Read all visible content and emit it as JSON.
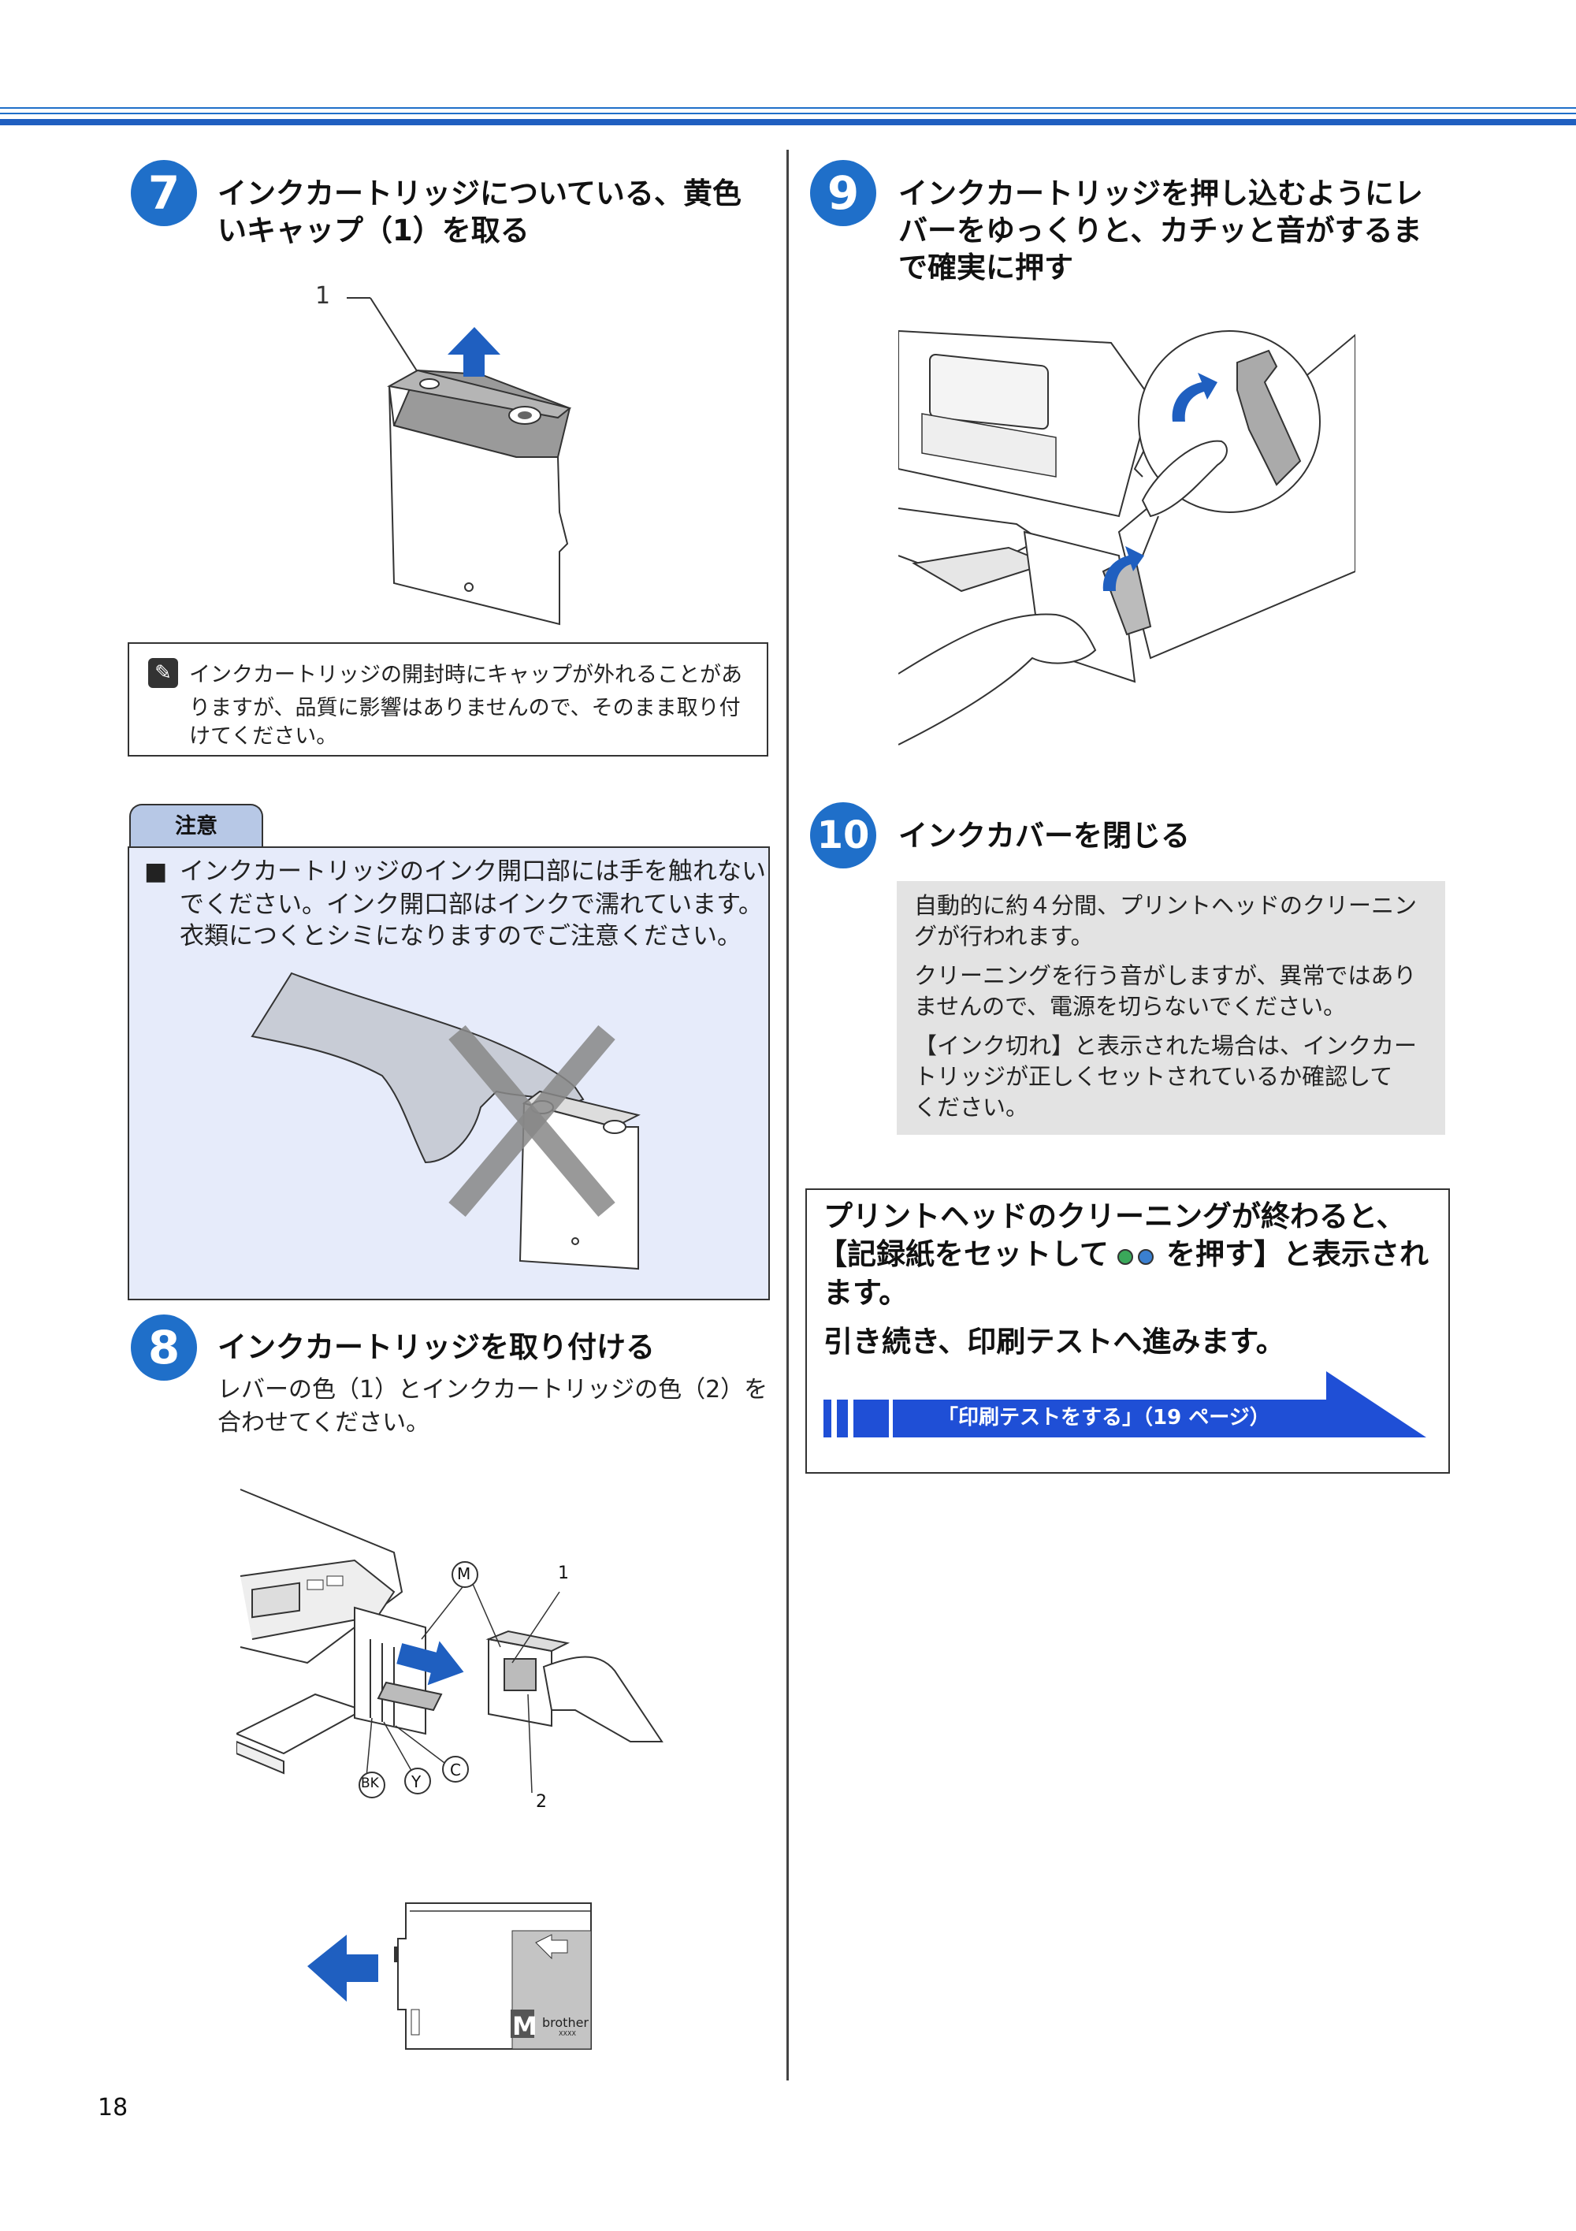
{
  "page_number": "18",
  "step7": {
    "number": "7",
    "title_line1": "インクカートリッジについている、黄色",
    "title_line2": "いキャップ（1）を取る",
    "callout": "1"
  },
  "note": {
    "line1": "インクカートリッジの開封時にキャップが外れることがあ",
    "line2": "りますが、品質に影響はありませんので、そのまま取り付",
    "line3": "けてください。"
  },
  "caution": {
    "tab_label": "注意",
    "bullet": "■",
    "line1": "インクカートリッジのインク開口部には手を触れない",
    "line2": "でください。インク開口部はインクで濡れています。",
    "line3": "衣類につくとシミになりますのでご注意ください。"
  },
  "step8": {
    "number": "8",
    "title": "インクカートリッジを取り付ける",
    "body_line1": "レバーの色（1）とインクカートリッジの色（2）を",
    "body_line2": "合わせてください。",
    "labels": {
      "m": "M",
      "bk": "BK",
      "y": "Y",
      "c": "C",
      "one": "1",
      "two": "2"
    },
    "cartridge_letter": "M",
    "cartridge_brand": "brother",
    "cartridge_code": "XXXX"
  },
  "step9": {
    "number": "9",
    "title_line1": "インクカートリッジを押し込むようにレ",
    "title_line2": "バーをゆっくりと、カチッと音がするま",
    "title_line3": "で確実に押す"
  },
  "step10": {
    "number": "10",
    "title": "インクカバーを閉じる",
    "para1_line1": "自動的に約４分間、プリントヘッドのクリーニン",
    "para1_line2": "グが行われます。",
    "para2_line1": "クリーニングを行う音がしますが、異常ではあり",
    "para2_line2": "ませんので、電源を切らないでください。",
    "para3_line1": "【インク切れ】と表示された場合は、インクカー",
    "para3_line2": "トリッジが正しくセットされているか確認して",
    "para3_line3": "ください。"
  },
  "result": {
    "line1": "プリントヘッドのクリーニングが終わると、",
    "line2a": "【記録紙をセットして",
    "line2b": "を押す】と表示され",
    "line3": "ます。",
    "line4": "引き続き、印刷テストへ進みます。",
    "link_label": "「印刷テストをする」（19 ページ）"
  },
  "colors": {
    "accent": "#1f6fc9",
    "caution_bg": "#e6ebfa",
    "caution_tab": "#b7c8e6",
    "gray_box": "#e3e3e3",
    "link_bar": "#1f4fd6"
  }
}
